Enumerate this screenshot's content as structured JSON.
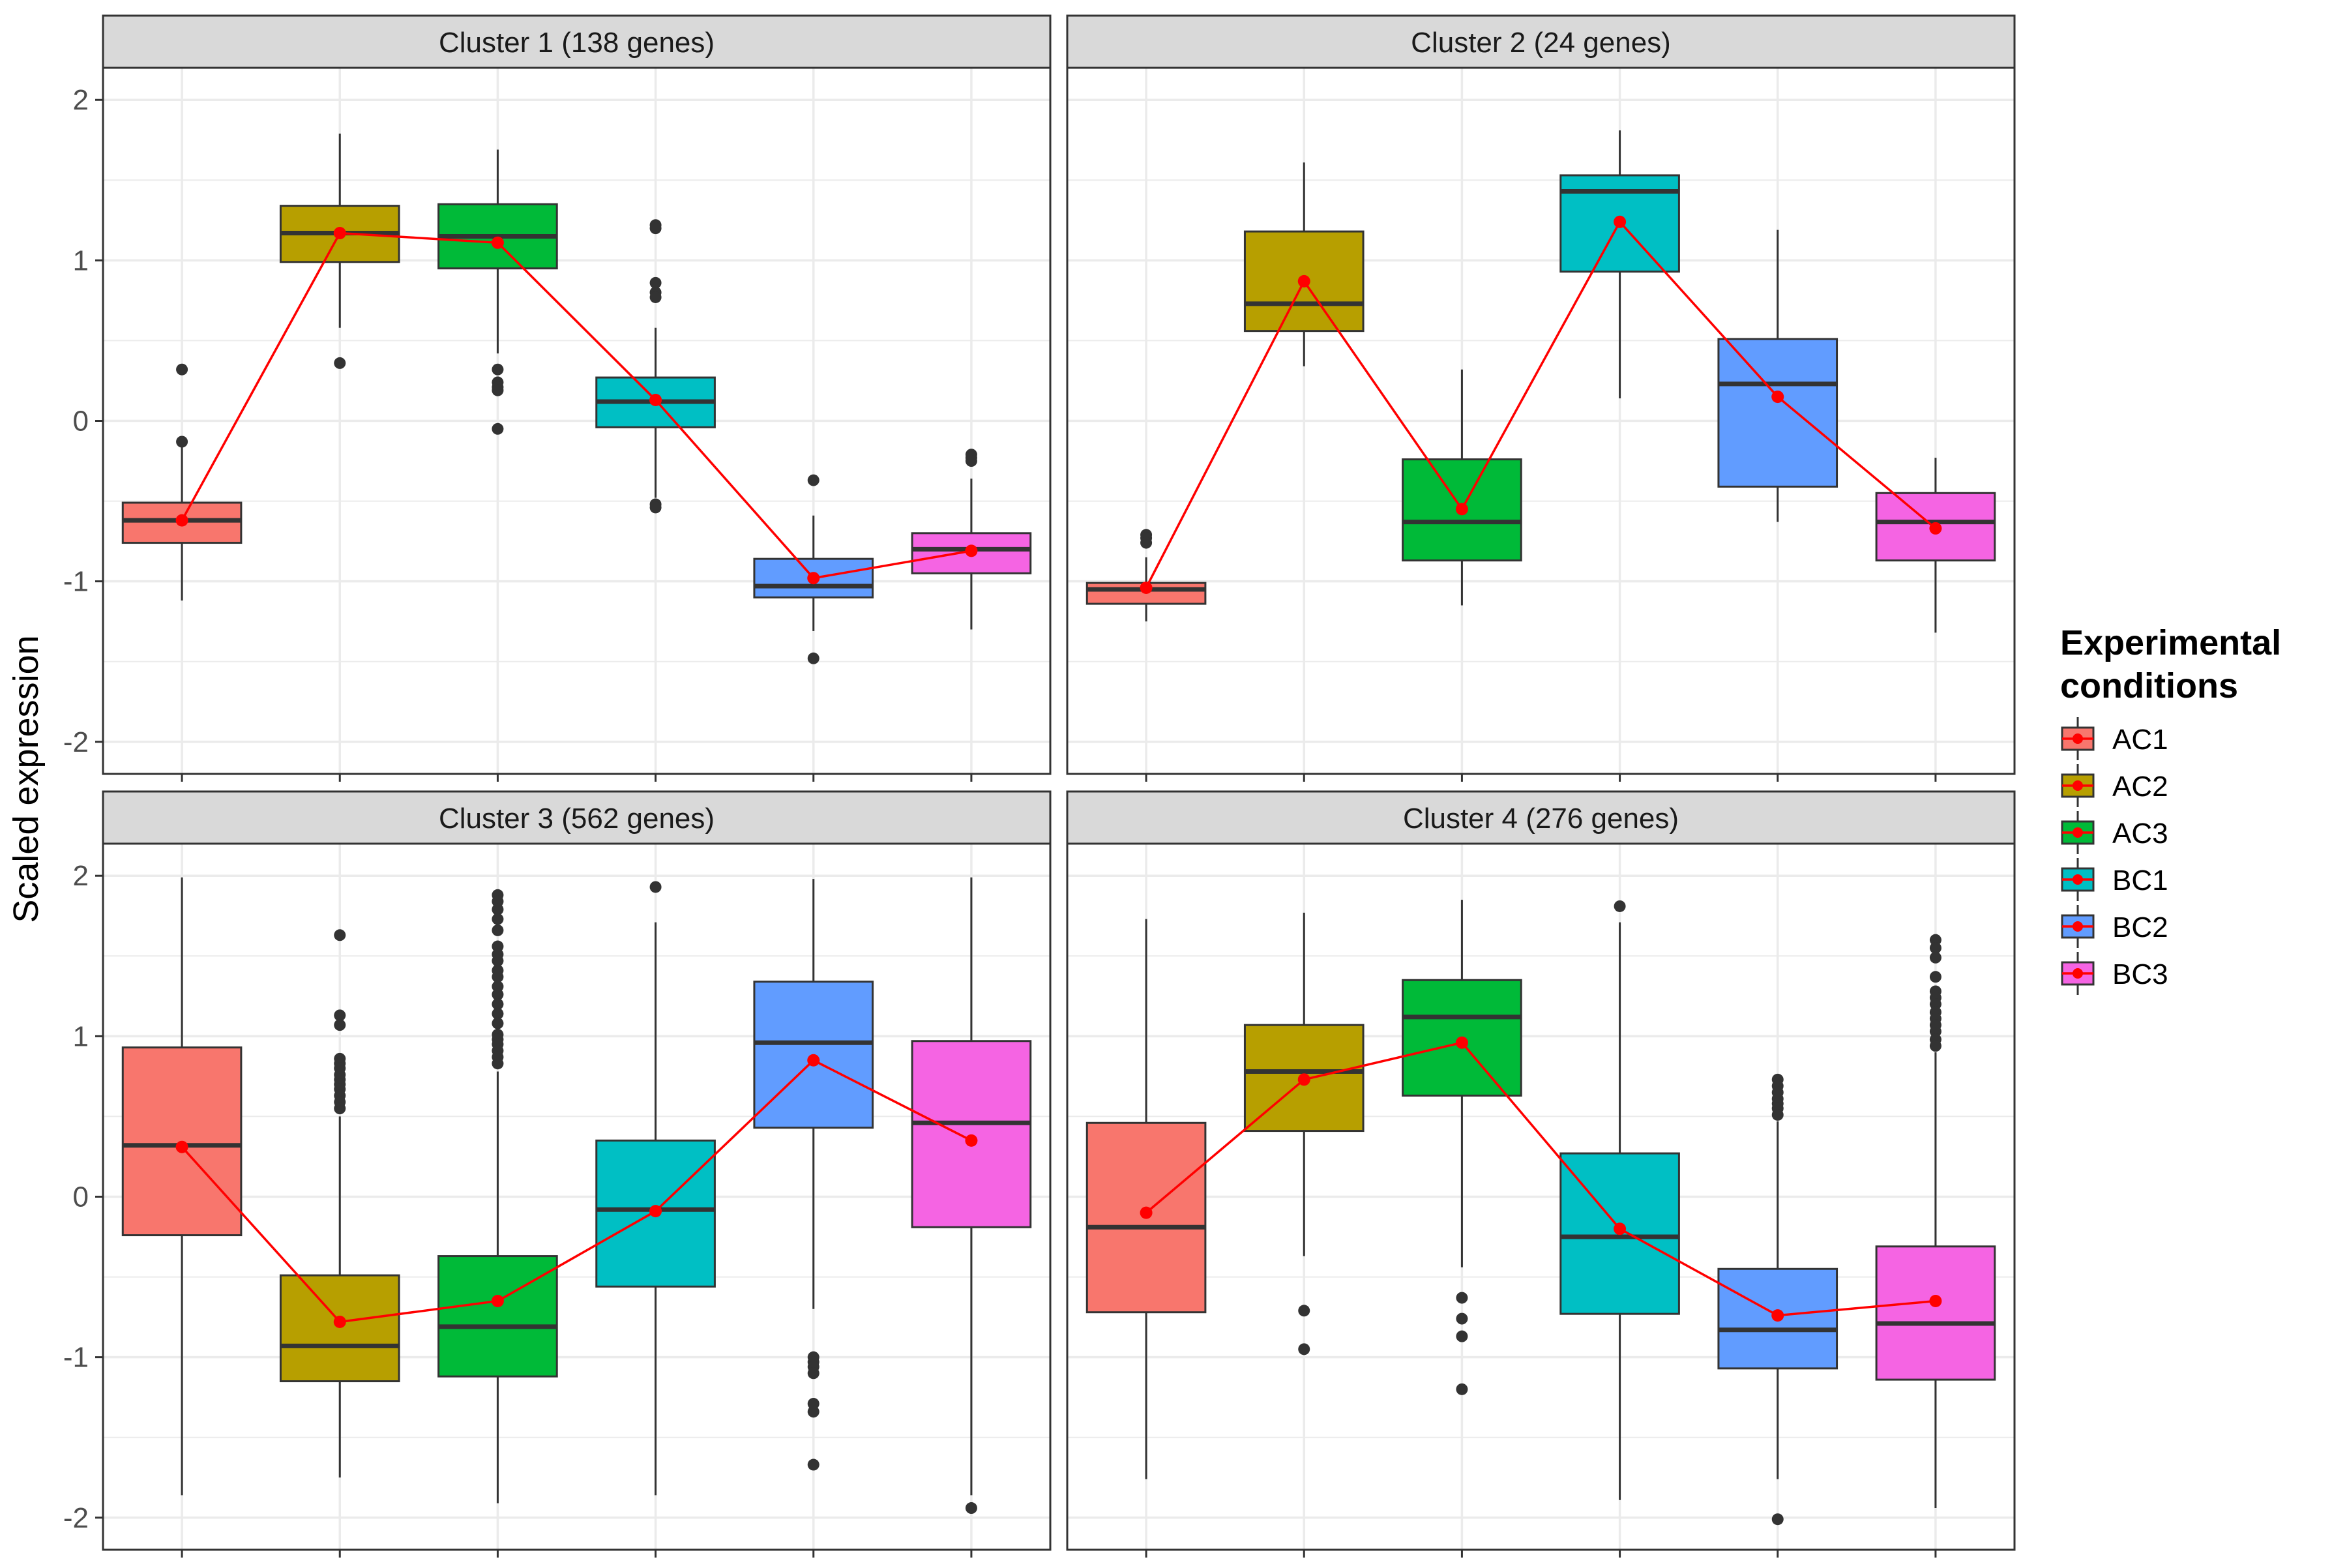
{
  "y_label": "Scaled expression",
  "legend": {
    "title_line1": "Experimental",
    "title_line2": "conditions",
    "position": "right",
    "items": [
      {
        "label": "AC1",
        "color": "#F8766D"
      },
      {
        "label": "AC2",
        "color": "#B79F00"
      },
      {
        "label": "AC3",
        "color": "#00BA38"
      },
      {
        "label": "BC1",
        "color": "#00BFC4"
      },
      {
        "label": "BC2",
        "color": "#619CFF"
      },
      {
        "label": "BC3",
        "color": "#F564E3"
      }
    ]
  },
  "colors": {
    "mean_line": "#FF0000",
    "outlier": "#333333",
    "strip": "#D9D9D9",
    "grid": "#EBEBEB"
  },
  "chart_data": {
    "type": "box",
    "grid": true,
    "ylim": [
      -2.2,
      2.2
    ],
    "y_ticks": [
      -2,
      -1,
      0,
      1,
      2
    ],
    "y_tick_labels": [
      "-2",
      "-1",
      "0",
      "1",
      "2"
    ],
    "categories": [
      "AC1",
      "AC2",
      "AC3",
      "BC1",
      "BC2",
      "BC3"
    ],
    "panels": [
      {
        "title": "Cluster 1 (138 genes)",
        "boxes": [
          {
            "q1": -0.76,
            "median": -0.62,
            "q3": -0.51,
            "lower": -1.12,
            "upper": -0.14,
            "outliers": [
              0.32,
              -0.13
            ]
          },
          {
            "q1": 0.99,
            "median": 1.17,
            "q3": 1.34,
            "lower": 0.58,
            "upper": 1.79,
            "outliers": [
              0.36
            ]
          },
          {
            "q1": 0.95,
            "median": 1.15,
            "q3": 1.35,
            "lower": 0.42,
            "upper": 1.69,
            "outliers": [
              0.32,
              0.24,
              0.21,
              0.19,
              -0.05
            ]
          },
          {
            "q1": -0.04,
            "median": 0.12,
            "q3": 0.27,
            "lower": -0.48,
            "upper": 0.58,
            "outliers": [
              1.22,
              1.2,
              0.86,
              0.8,
              0.77,
              -0.52,
              -0.54
            ]
          },
          {
            "q1": -1.1,
            "median": -1.03,
            "q3": -0.86,
            "lower": -1.31,
            "upper": -0.59,
            "outliers": [
              -0.37,
              -1.48
            ]
          },
          {
            "q1": -0.95,
            "median": -0.8,
            "q3": -0.7,
            "lower": -1.3,
            "upper": -0.36,
            "outliers": [
              -0.21,
              -0.23,
              -0.25
            ]
          }
        ],
        "means": [
          -0.62,
          1.17,
          1.11,
          0.13,
          -0.98,
          -0.81
        ]
      },
      {
        "title": "Cluster 2 (24 genes)",
        "boxes": [
          {
            "q1": -1.14,
            "median": -1.05,
            "q3": -1.01,
            "lower": -1.25,
            "upper": -0.85,
            "outliers": [
              -0.71,
              -0.73,
              -0.76
            ]
          },
          {
            "q1": 0.56,
            "median": 0.73,
            "q3": 1.18,
            "lower": 0.34,
            "upper": 1.61,
            "outliers": []
          },
          {
            "q1": -0.87,
            "median": -0.63,
            "q3": -0.24,
            "lower": -1.15,
            "upper": 0.32,
            "outliers": []
          },
          {
            "q1": 0.93,
            "median": 1.43,
            "q3": 1.53,
            "lower": 0.14,
            "upper": 1.81,
            "outliers": []
          },
          {
            "q1": -0.41,
            "median": 0.23,
            "q3": 0.51,
            "lower": -0.63,
            "upper": 1.19,
            "outliers": []
          },
          {
            "q1": -0.87,
            "median": -0.63,
            "q3": -0.45,
            "lower": -1.32,
            "upper": -0.23,
            "outliers": []
          }
        ],
        "means": [
          -1.04,
          0.87,
          -0.55,
          1.24,
          0.15,
          -0.67
        ]
      },
      {
        "title": "Cluster 3 (562 genes)",
        "boxes": [
          {
            "q1": -0.24,
            "median": 0.32,
            "q3": 0.93,
            "lower": -1.86,
            "upper": 1.99,
            "outliers": []
          },
          {
            "q1": -1.15,
            "median": -0.93,
            "q3": -0.49,
            "lower": -1.75,
            "upper": 0.5,
            "outliers": [
              1.63,
              1.13,
              1.07,
              0.86,
              0.83,
              0.8,
              0.76,
              0.73,
              0.7,
              0.67,
              0.63,
              0.59,
              0.55
            ]
          },
          {
            "q1": -1.12,
            "median": -0.81,
            "q3": -0.37,
            "lower": -1.91,
            "upper": 0.78,
            "outliers": [
              1.88,
              1.84,
              1.79,
              1.73,
              1.66,
              1.56,
              1.51,
              1.47,
              1.41,
              1.37,
              1.31,
              1.26,
              1.2,
              1.14,
              1.08,
              1.01,
              0.98,
              0.95,
              0.91,
              0.87,
              0.83
            ]
          },
          {
            "q1": -0.56,
            "median": -0.08,
            "q3": 0.35,
            "lower": -1.86,
            "upper": 1.71,
            "outliers": [
              1.93
            ]
          },
          {
            "q1": 0.43,
            "median": 0.96,
            "q3": 1.34,
            "lower": -0.7,
            "upper": 1.98,
            "outliers": [
              -1.0,
              -1.03,
              -1.06,
              -1.1,
              -1.29,
              -1.34,
              -1.67
            ]
          },
          {
            "q1": -0.19,
            "median": 0.46,
            "q3": 0.97,
            "lower": -1.86,
            "upper": 1.99,
            "outliers": [
              -1.94
            ]
          }
        ],
        "means": [
          0.31,
          -0.78,
          -0.65,
          -0.09,
          0.85,
          0.35
        ]
      },
      {
        "title": "Cluster 4 (276 genes)",
        "boxes": [
          {
            "q1": -0.72,
            "median": -0.19,
            "q3": 0.46,
            "lower": -1.76,
            "upper": 1.73,
            "outliers": []
          },
          {
            "q1": 0.41,
            "median": 0.78,
            "q3": 1.07,
            "lower": -0.37,
            "upper": 1.77,
            "outliers": [
              -0.71,
              -0.95
            ]
          },
          {
            "q1": 0.63,
            "median": 1.12,
            "q3": 1.35,
            "lower": -0.44,
            "upper": 1.85,
            "outliers": [
              -0.63,
              -0.76,
              -0.87,
              -1.2
            ]
          },
          {
            "q1": -0.73,
            "median": -0.25,
            "q3": 0.27,
            "lower": -1.89,
            "upper": 1.71,
            "outliers": [
              1.81
            ]
          },
          {
            "q1": -1.07,
            "median": -0.83,
            "q3": -0.45,
            "lower": -1.76,
            "upper": 0.47,
            "outliers": [
              0.73,
              0.69,
              0.65,
              0.61,
              0.58,
              0.55,
              0.51,
              -2.01
            ]
          },
          {
            "q1": -1.14,
            "median": -0.79,
            "q3": -0.31,
            "lower": -1.94,
            "upper": 0.9,
            "outliers": [
              1.6,
              1.55,
              1.49,
              1.37,
              1.28,
              1.24,
              1.2,
              1.15,
              1.11,
              1.07,
              1.03,
              0.98,
              0.94
            ]
          }
        ],
        "means": [
          -0.1,
          0.73,
          0.96,
          -0.2,
          -0.74,
          -0.65
        ]
      }
    ]
  }
}
